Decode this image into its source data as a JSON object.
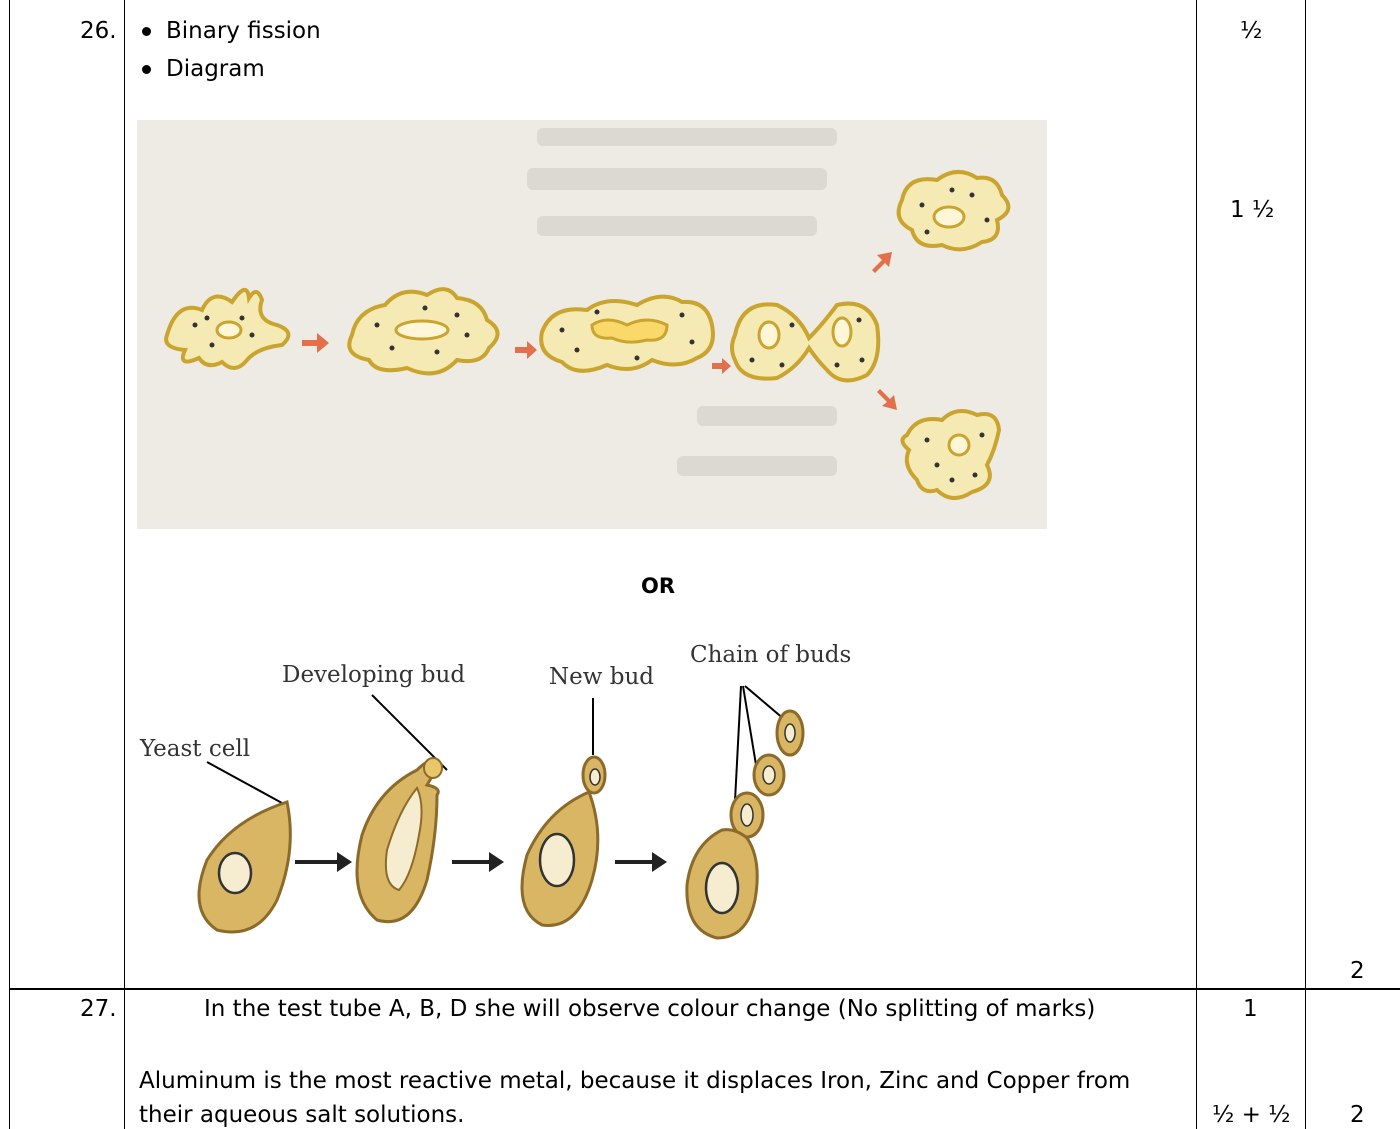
{
  "rows": [
    {
      "number": "26.",
      "bullets": [
        "Binary fission",
        "Diagram"
      ],
      "or_text": "OR",
      "marks": [
        "½",
        "1 ½"
      ],
      "total": "2",
      "figures": {
        "binary_fission": {
          "description_icon": "amoeba-binary-fission-sequence"
        },
        "budding": {
          "labels": {
            "yeast_cell": "Yeast cell",
            "developing_bud": "Developing bud",
            "new_bud": "New bud",
            "chain_of_buds": "Chain of buds"
          }
        }
      }
    },
    {
      "number": "27.",
      "line1": "In the test tube A, B, D she will observe colour change (No splitting of marks)",
      "line2": "Aluminum is the most reactive metal, because it displaces Iron, Zinc and Copper from",
      "line3": "their aqueous salt solutions.",
      "marks": [
        "1",
        "½ + ½"
      ],
      "total": "2"
    }
  ],
  "colors": {
    "cell_fill": "#f5e9b4",
    "cell_outline": "#c9a42e",
    "arrow": "#e2704a",
    "yeast_fill": "#d8b663",
    "photo_bg": "#eeeae4"
  }
}
